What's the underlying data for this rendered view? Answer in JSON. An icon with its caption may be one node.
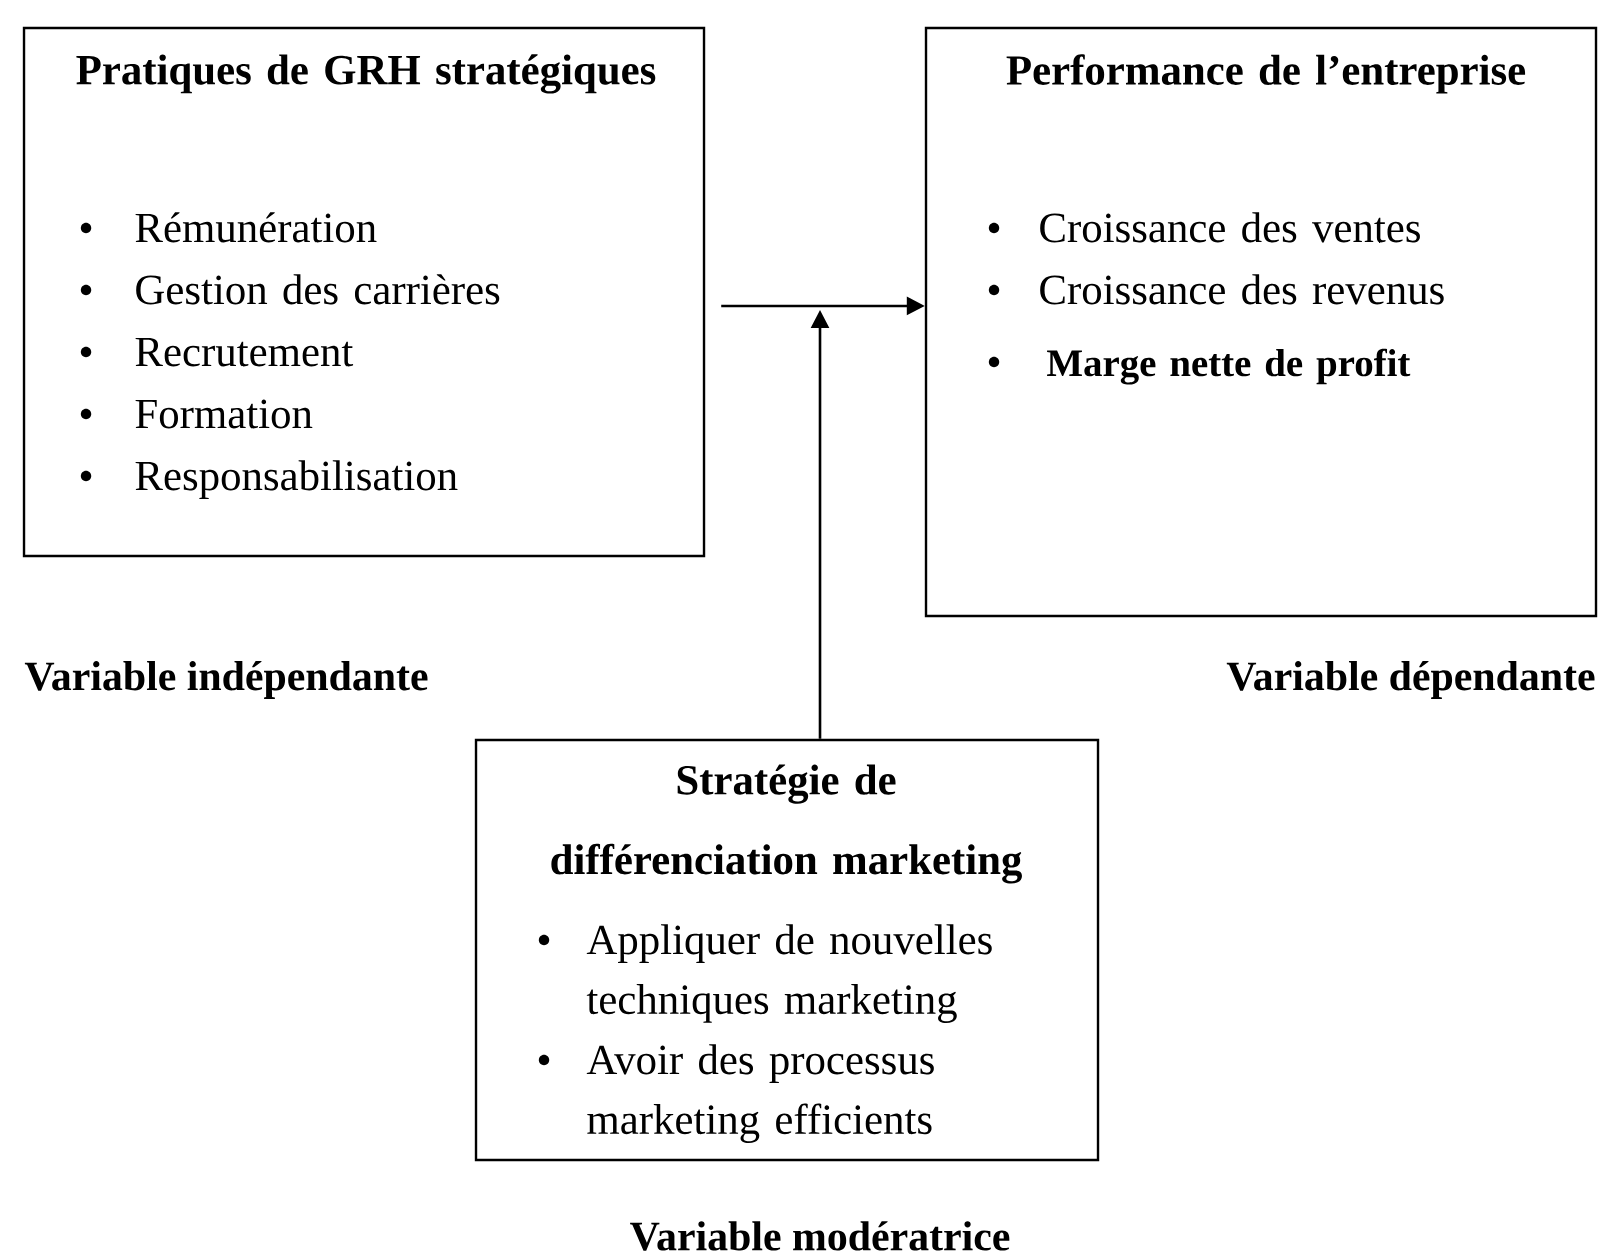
{
  "diagram": {
    "nodes": [
      {
        "text": [
          "Pratiques de GRH stratégiques",
          "Rémunération",
          "Gestion des carrières",
          "Recrutement",
          "Formation",
          "Responsabilisation"
        ],
        "beside": [
          "Variable indépendante"
        ]
      },
      {
        "text": [
          "Performance de l’entreprise",
          "Croissance des ventes",
          "Croissance des revenus",
          "Marge nette de profit"
        ],
        "beside": [
          "Variable dépendante"
        ]
      },
      {
        "text": [
          "Stratégie de différenciation marketing",
          "Appliquer de nouvelles techniques marketing",
          "Avoir des processus marketing efficients"
        ],
        "beside": [
          "Variable modératrice"
        ]
      }
    ],
    "edges": [
      {
        "from": 0,
        "to": 1,
        "arrow": "to"
      },
      {
        "from": 2,
        "to": null,
        "arrow": "to"
      }
    ]
  }
}
